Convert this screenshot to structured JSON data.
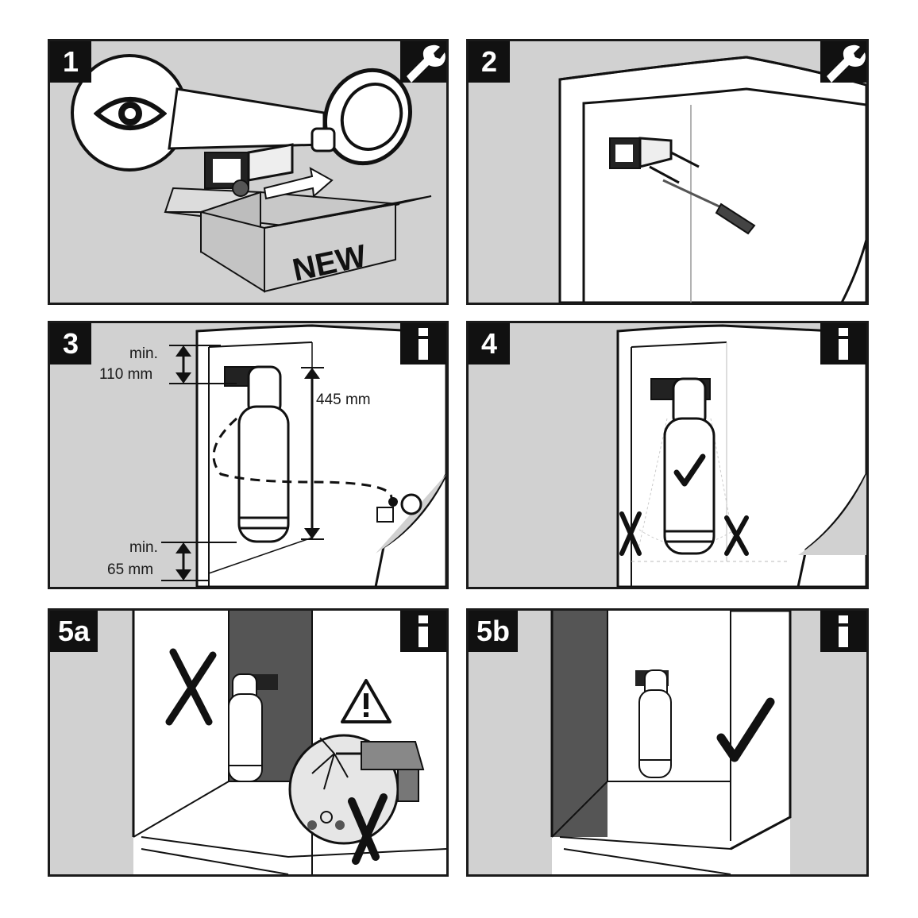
{
  "panels": [
    {
      "number": "1",
      "icon": "wrench-icon"
    },
    {
      "number": "2",
      "icon": "wrench-icon"
    },
    {
      "number": "3",
      "icon": "info-icon"
    },
    {
      "number": "4",
      "icon": "info-icon"
    },
    {
      "number": "5a",
      "icon": "info-icon"
    },
    {
      "number": "5b",
      "icon": "info-icon"
    }
  ],
  "box_label": "NEW",
  "dimensions": {
    "top_clearance_label": "min.",
    "top_clearance_value": "110 mm",
    "height": "445 mm",
    "bottom_clearance_label": "min.",
    "bottom_clearance_value": "65 mm"
  }
}
